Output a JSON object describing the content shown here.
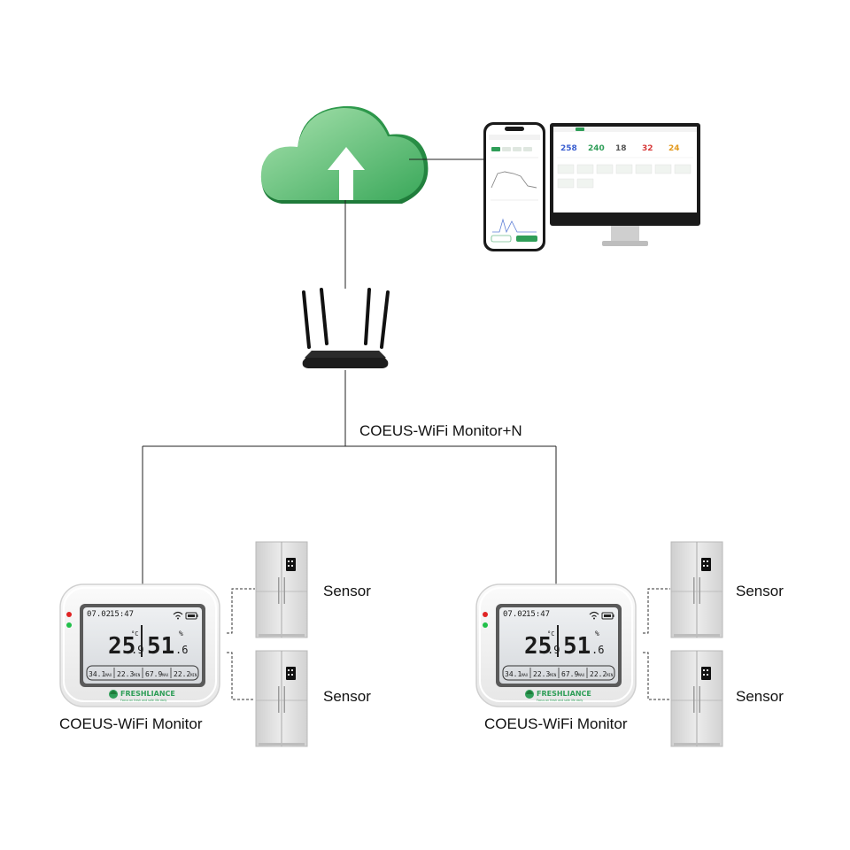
{
  "network_label": "COEUS-WiFi Monitor+N",
  "colors": {
    "line": "#222222",
    "cloud_light": "#8fd59a",
    "cloud_dark": "#2e9a4c",
    "router": "#1c1c1c",
    "fridge": "#d9d9d9",
    "accent_green": "#2f9e58"
  },
  "monitors": [
    {
      "label": "COEUS-WiFi Monitor",
      "brand": "FRESHLIANCE",
      "tagline": "Focus on fresh and safe life daily",
      "screen": {
        "date": "07.02",
        "time": "15:47",
        "temp_main": "25",
        "temp_dec": ".9",
        "temp_unit": "°C",
        "hum_main": "51",
        "hum_dec": ".6",
        "hum_unit": "%",
        "stat1": "34.1",
        "stat1_tag": "MAX",
        "stat2": "22.3",
        "stat2_tag": "MIN",
        "stat3": "67.9",
        "stat3_tag": "MAX",
        "stat4": "22.2",
        "stat4_tag": "MIN"
      },
      "sensors": [
        "Sensor",
        "Sensor"
      ]
    },
    {
      "label": "COEUS-WiFi Monitor",
      "brand": "FRESHLIANCE",
      "tagline": "Focus on fresh and safe life daily",
      "screen": {
        "date": "07.02",
        "time": "15:47",
        "temp_main": "25",
        "temp_dec": ".9",
        "temp_unit": "°C",
        "hum_main": "51",
        "hum_dec": ".6",
        "hum_unit": "%",
        "stat1": "34.1",
        "stat1_tag": "MAX",
        "stat2": "22.3",
        "stat2_tag": "MIN",
        "stat3": "67.9",
        "stat3_tag": "MAX",
        "stat4": "22.2",
        "stat4_tag": "MIN"
      },
      "sensors": [
        "Sensor",
        "Sensor"
      ]
    }
  ],
  "desktop_dashboard": {
    "kpis": [
      "258",
      "240",
      "18",
      "32",
      "24"
    ]
  }
}
